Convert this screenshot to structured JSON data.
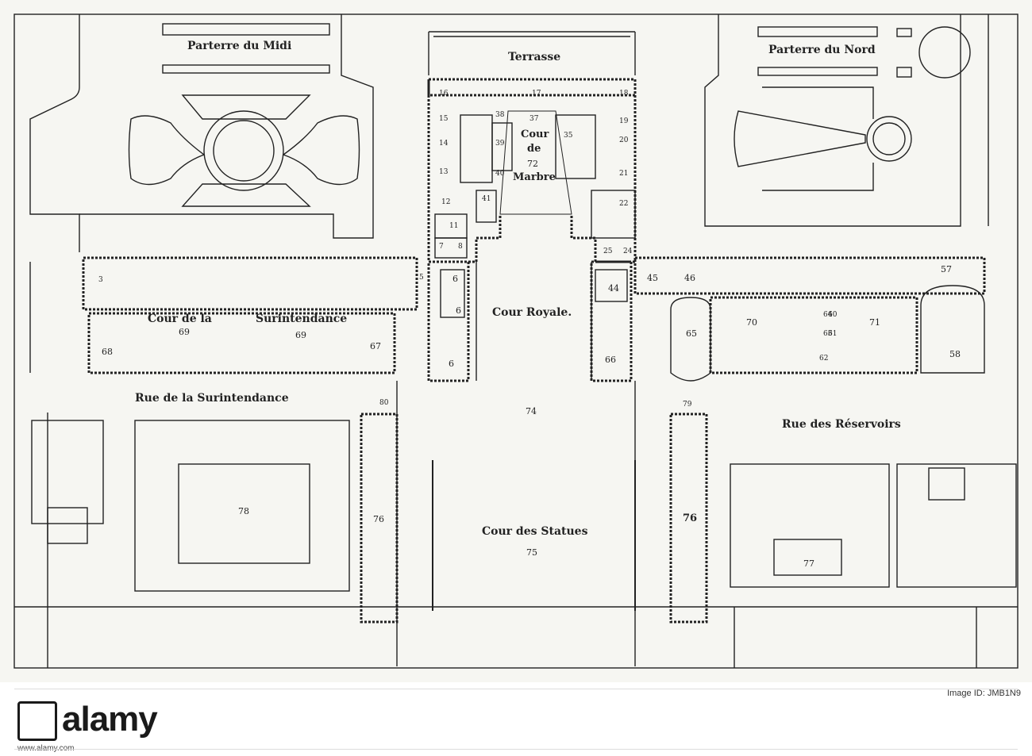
{
  "labels": {
    "parterre_midi": "Parterre du Midi",
    "terrasse": "Terrasse",
    "parterre_nord": "Parterre du Nord",
    "cour_de": "Cour",
    "cour_de2": "de",
    "cour_72": "72",
    "marbre": "Marbre",
    "cour_royale": "Cour Royale.",
    "cour_de_la": "Cour de la",
    "surintendance": "Surintendance",
    "rue_surintendance": "Rue de la Surintendance",
    "rue_reservoirs": "Rue des Réservoirs",
    "cour_statues": "Cour des Statues",
    "n75": "75",
    "n74": "74",
    "n76a": "76",
    "n76b": "76",
    "n77": "77",
    "n78": "78",
    "n69a": "69",
    "n69b": "69",
    "n68": "68",
    "n67": "67",
    "n70": "70",
    "n71": "71",
    "n58": "58",
    "n66": "66",
    "n65": "65",
    "n6a": "6",
    "n6b": "6",
    "n6c": "6",
    "n5": "5",
    "n3": "3",
    "n44": "44",
    "n45": "45",
    "n46": "46",
    "n57": "57",
    "n80": "80",
    "n79": "79",
    "n16": "16",
    "n17": "17",
    "n18": "18",
    "n19": "19",
    "n20": "20",
    "n21": "21",
    "n22": "22",
    "n15": "15",
    "n14": "14",
    "n13": "13",
    "n12": "12",
    "n11": "11",
    "n7": "7",
    "n8": "8",
    "n25": "25",
    "n24": "24",
    "n37": "37",
    "n38": "38",
    "n39": "39",
    "n40": "40",
    "n41": "41",
    "n35": "35",
    "n64": "64",
    "n63": "63",
    "n60": "60",
    "n61": "61",
    "n62": "62"
  },
  "stock": {
    "logo": "alamy",
    "domain": "www.alamy.com",
    "image_id": "Image ID: JMB1N9"
  }
}
